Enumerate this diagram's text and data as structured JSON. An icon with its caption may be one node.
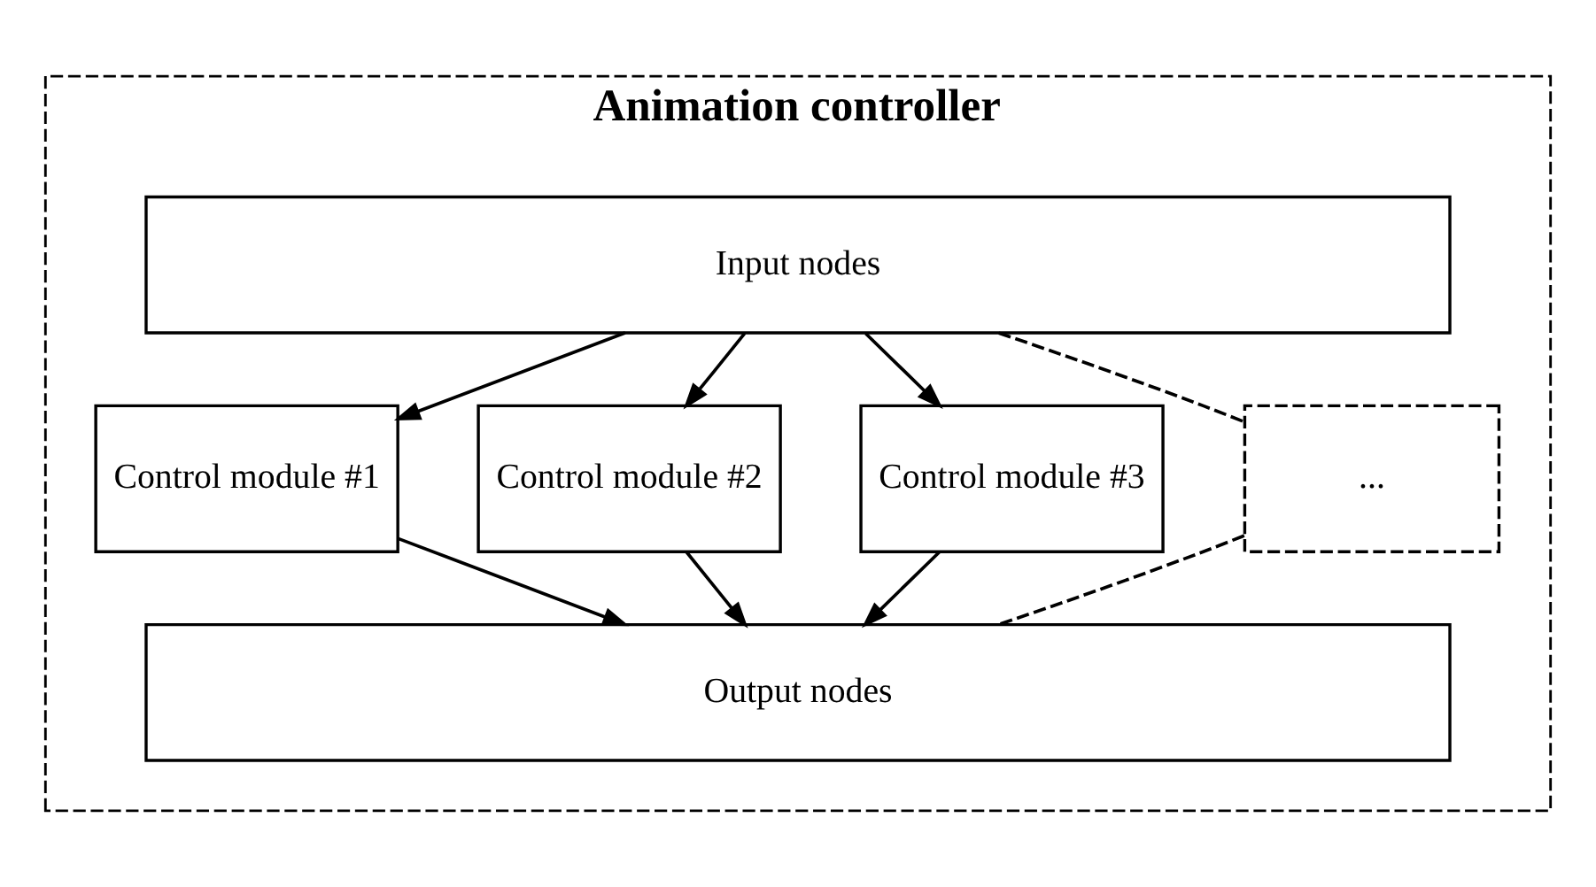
{
  "diagram": {
    "nodes": [
      {
        "text": [
          "Animation controller"
        ]
      },
      {
        "text": [
          "Input nodes"
        ],
        "in": 0
      },
      {
        "text": [
          "Control module #1"
        ],
        "in": 0
      },
      {
        "text": [
          "Control module #2"
        ],
        "in": 0
      },
      {
        "text": [
          "Control module #3"
        ],
        "in": 0
      },
      {
        "text": [
          "..."
        ],
        "in": 0
      },
      {
        "text": [
          "Output nodes"
        ],
        "in": 0
      }
    ],
    "edges": [
      {
        "from": 1,
        "to": 2,
        "arrow": "to"
      },
      {
        "from": 1,
        "to": 3,
        "arrow": "to"
      },
      {
        "from": 1,
        "to": 4,
        "arrow": "to"
      },
      {
        "from": 1,
        "to": 5,
        "arrow": "none",
        "style": "dashed"
      },
      {
        "from": 2,
        "to": 6,
        "arrow": "to"
      },
      {
        "from": 3,
        "to": 6,
        "arrow": "to"
      },
      {
        "from": 4,
        "to": 6,
        "arrow": "to"
      },
      {
        "from": 5,
        "to": 6,
        "arrow": "none",
        "style": "dashed"
      }
    ]
  }
}
